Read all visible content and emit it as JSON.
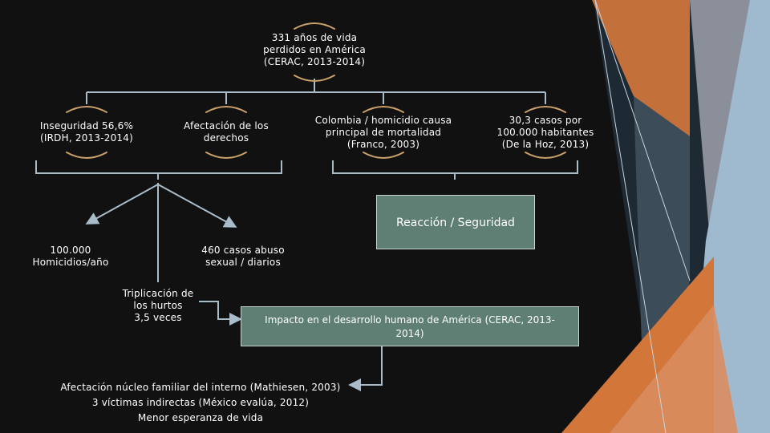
{
  "diagram": {
    "root": {
      "lines": [
        "331 años de vida",
        "perdidos en América",
        "(CERAC, 2013-2014)"
      ]
    },
    "level1": [
      {
        "lines": [
          "Inseguridad 56,6%",
          "(IRDH, 2013-2014)"
        ]
      },
      {
        "lines": [
          "Afectación de los",
          "derechos"
        ]
      },
      {
        "lines": [
          "Colombia / homicidio causa",
          "principal de mortalidad",
          "(Franco, 2003)"
        ]
      },
      {
        "lines": [
          "30,3 casos por",
          "100.000 habitantes",
          "(De la Hoz, 2013)"
        ]
      }
    ],
    "reaction_box": "Reacción / Seguridad",
    "homicides": {
      "lines": [
        "100.000",
        "Homicidios/año"
      ]
    },
    "abuse": {
      "lines": [
        "460 casos abuso",
        "sexual / diarios"
      ]
    },
    "thefts": {
      "lines": [
        "Triplicación de",
        "los hurtos",
        "3,5 veces"
      ]
    },
    "impact_box": {
      "lines": [
        "Impacto en el desarrollo humano de América (CERAC, 2013-",
        "2014)"
      ]
    },
    "family": {
      "lines": [
        "Afectación núcleo familiar del interno (Mathiesen, 2003)",
        "3 víctimas indirectas (México evalúa, 2012)",
        "Menor esperanza de vida"
      ]
    }
  },
  "colors": {
    "background": "#111111",
    "connector": "#a9bcc9",
    "arc": "#c9a06a",
    "box_fill": "#5f7f74",
    "accent_orange": "#d2763a",
    "accent_grey": "#8a8f99",
    "accent_blue": "#9fb9cf"
  }
}
